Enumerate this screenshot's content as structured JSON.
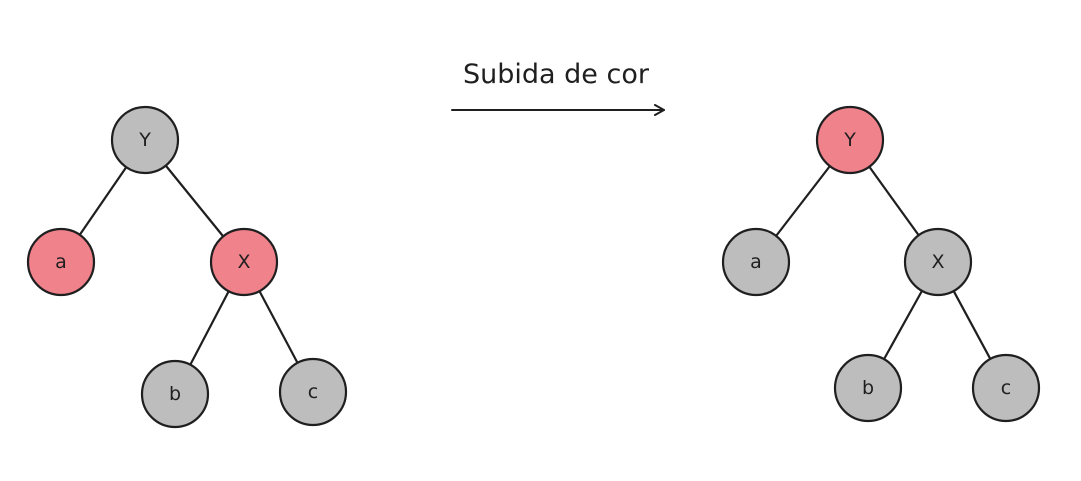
{
  "transition": {
    "label": "Subida de cor"
  },
  "colors": {
    "red": "#f0828c",
    "black": "#bdbdbd",
    "stroke": "#1f1f1f"
  },
  "trees": [
    {
      "id": "before",
      "nodes": [
        {
          "id": "Y",
          "label": "Y",
          "color": "black"
        },
        {
          "id": "a",
          "label": "a",
          "color": "red"
        },
        {
          "id": "X",
          "label": "X",
          "color": "red"
        },
        {
          "id": "b",
          "label": "b",
          "color": "black"
        },
        {
          "id": "c",
          "label": "c",
          "color": "black"
        }
      ],
      "edges": [
        [
          "Y",
          "a"
        ],
        [
          "Y",
          "X"
        ],
        [
          "X",
          "b"
        ],
        [
          "X",
          "c"
        ]
      ]
    },
    {
      "id": "after",
      "nodes": [
        {
          "id": "Y",
          "label": "Y",
          "color": "red"
        },
        {
          "id": "a",
          "label": "a",
          "color": "black"
        },
        {
          "id": "X",
          "label": "X",
          "color": "black"
        },
        {
          "id": "b",
          "label": "b",
          "color": "black"
        },
        {
          "id": "c",
          "label": "c",
          "color": "black"
        }
      ],
      "edges": [
        [
          "Y",
          "a"
        ],
        [
          "Y",
          "X"
        ],
        [
          "X",
          "b"
        ],
        [
          "X",
          "c"
        ]
      ]
    }
  ]
}
